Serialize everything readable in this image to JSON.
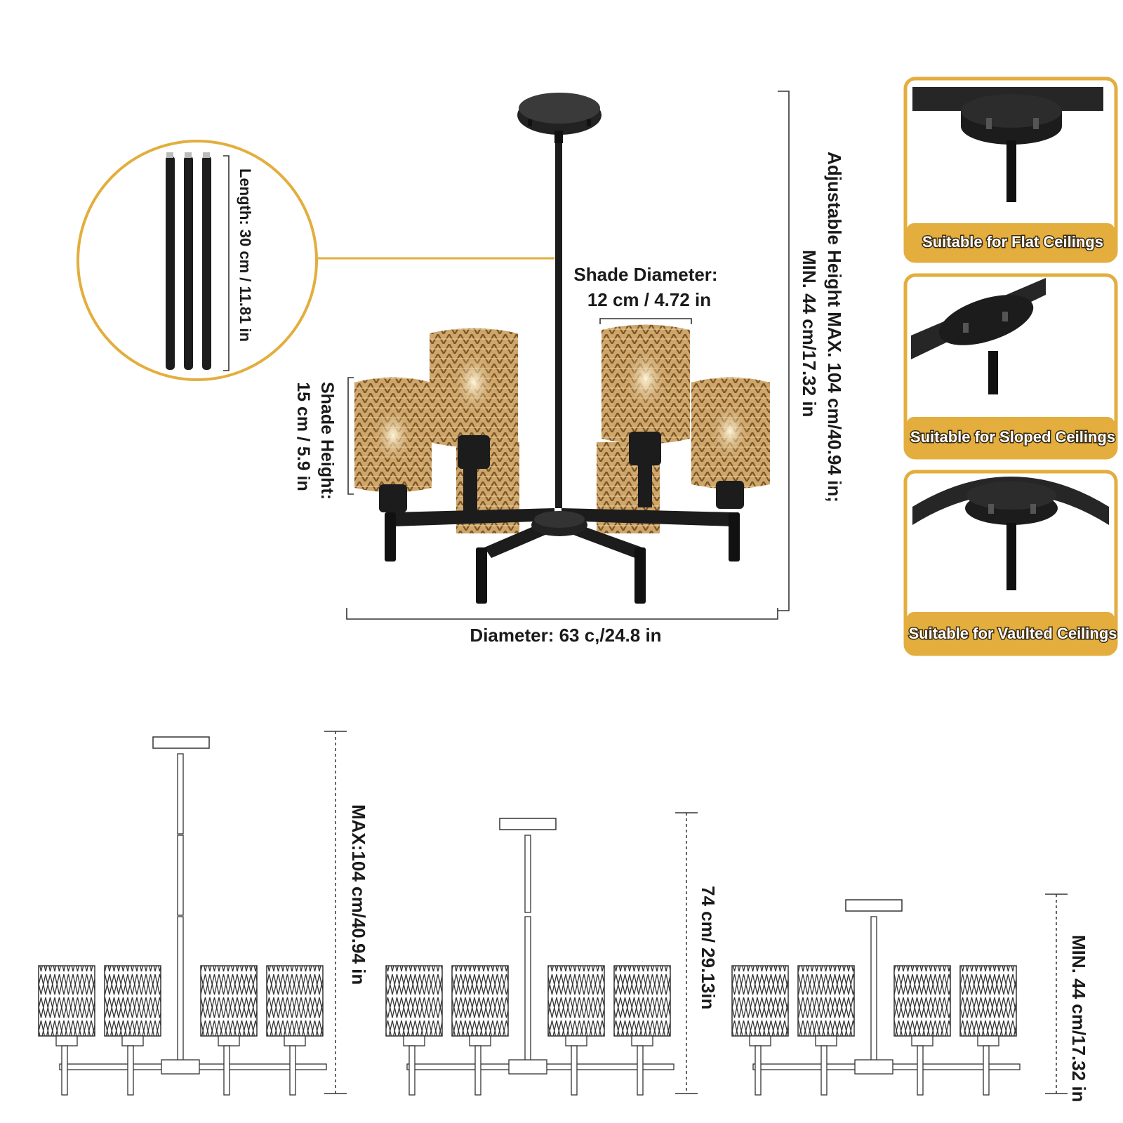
{
  "colors": {
    "accent": "#E3AE3E",
    "metal": "#1c1c1c",
    "rattan": "#C9A063",
    "line": "#333333"
  },
  "rod_callout": {
    "length_label": "Length: 30 cm / 11.81 in"
  },
  "dimensions": {
    "shade_diameter_title": "Shade Diameter:",
    "shade_diameter_value": "12 cm / 4.72 in",
    "shade_height_title": "Shade Height:",
    "shade_height_value": "15 cm / 5.9 in",
    "diameter": "Diameter: 63 c,/24.8 in",
    "adjustable_height_max": "Adjustable Height MAX. 104 cm/40.94 in;",
    "adjustable_height_min": "MIN. 44 cm/17.32 in"
  },
  "ceiling_types": [
    {
      "label": "Suitable  for  Flat  Ceilings",
      "icon": "flat-ceiling-icon"
    },
    {
      "label": "Suitable for Sloped Ceilings",
      "icon": "sloped-ceiling-icon"
    },
    {
      "label": "Suitable for Vaulted Ceilings",
      "icon": "vaulted-ceiling-icon"
    }
  ],
  "height_diagrams": [
    {
      "label": "MAX:104 cm/40.94 in"
    },
    {
      "label": "74 cm/ 29.13in"
    },
    {
      "label": "MIN. 44 cm/17.32 in"
    }
  ]
}
